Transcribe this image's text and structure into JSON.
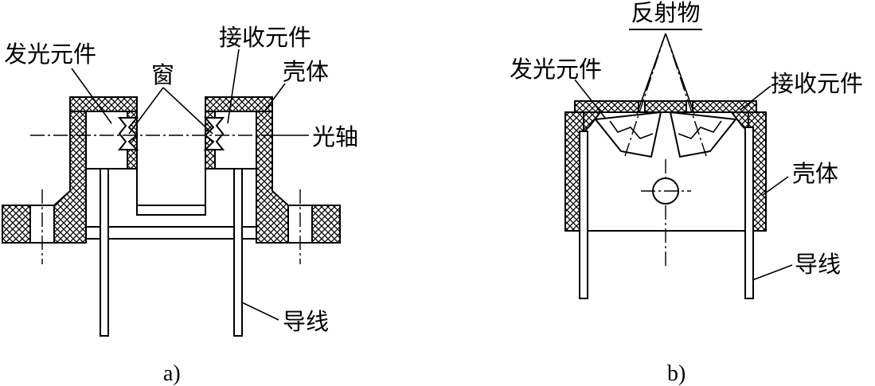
{
  "figure_a": {
    "caption": "a)",
    "labels": {
      "emitter": "发光元件",
      "receiver": "接收元件",
      "window": "窗",
      "housing": "壳体",
      "optical_axis": "光轴",
      "leads": "导线"
    }
  },
  "figure_b": {
    "caption": "b)",
    "labels": {
      "reflector": "反射物",
      "emitter": "发光元件",
      "receiver": "接收元件",
      "housing": "壳体",
      "leads": "导线"
    }
  }
}
